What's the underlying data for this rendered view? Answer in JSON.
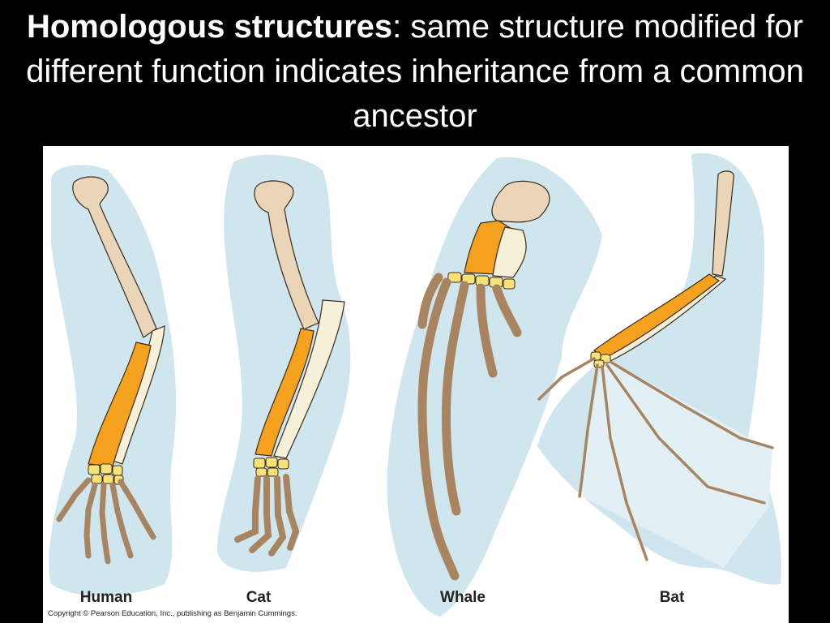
{
  "title": {
    "bold_part": "Homologous structures",
    "rest": ": same structure modified for different function indicates inheritance from a common ancestor"
  },
  "labels": {
    "human": "Human",
    "cat": "Cat",
    "whale": "Whale",
    "bat": "Bat"
  },
  "copyright": "Copyright © Pearson Education, Inc., publishing as Benjamin Cummings.",
  "colors": {
    "background": "#000000",
    "panel": "#ffffff",
    "silhouette": "#cfe6ef",
    "humerus": "#ead5b8",
    "radius": "#f4a21e",
    "ulna": "#f7f0d8",
    "carpals": "#f7e27a",
    "phalanges": "#a88560",
    "outline": "#3a2a1a"
  }
}
